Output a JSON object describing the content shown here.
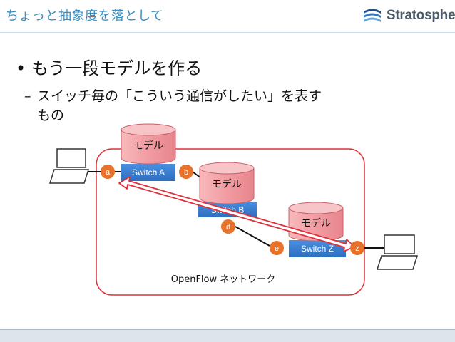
{
  "header": {
    "title": "ちょっと抽象度を落として",
    "logo_text": "Stratosphere"
  },
  "bullet": {
    "text": "もう一段モデルを作る"
  },
  "sub_bullet": {
    "dash": "–",
    "line1": "スイッチ毎の「こういう通信がしたい」を表す",
    "line2": "もの"
  },
  "diagram": {
    "network_label": "OpenFlow ネットワーク",
    "model_label": "モデル",
    "switch_a": "Switch A",
    "switch_b": "Switch B",
    "switch_z": "Switch Z",
    "ports": [
      "a",
      "b",
      "d",
      "e",
      "z"
    ]
  },
  "colors": {
    "title": "#3a8fc0",
    "switch_fill": "#3a7fd0",
    "port_fill": "#e8722a",
    "network_border": "#e0303a",
    "cylinder_fill": "#f4a3a8"
  }
}
